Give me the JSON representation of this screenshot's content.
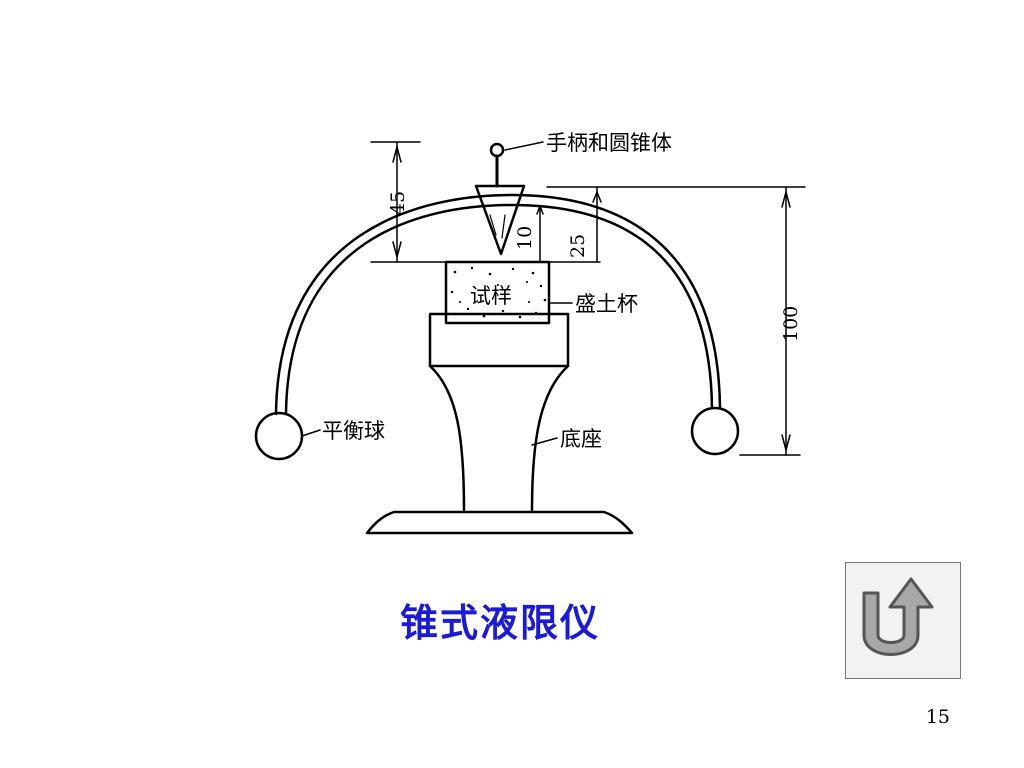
{
  "diagram": {
    "labels": {
      "handle_cone": "手柄和圆锥体",
      "sample": "试样",
      "soil_cup": "盛土杯",
      "balance_ball": "平衡球",
      "base": "底座"
    },
    "dimensions": {
      "d45": "45",
      "d10": "10",
      "d25": "25",
      "d100": "100"
    }
  },
  "caption": "锥式液限仪",
  "page_number": "15",
  "nav": {
    "return_icon": "u-turn-arrow-icon"
  }
}
